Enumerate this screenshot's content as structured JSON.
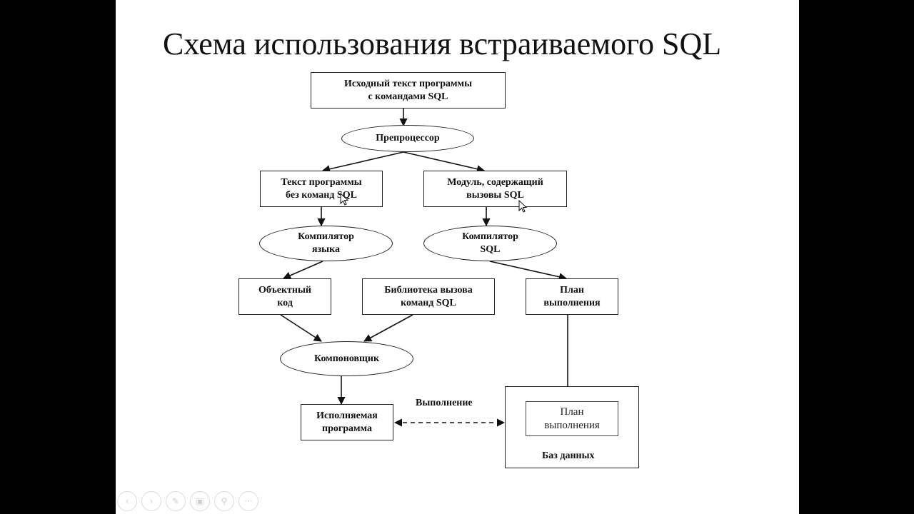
{
  "slide": {
    "title": "Схема использования встраиваемого SQL"
  },
  "diagram": {
    "source": "Исходный текст программы\nс командами SQL",
    "preprocessor": "Препроцессор",
    "text_no_sql": "Текст программы\nбез команд SQL",
    "module": "Модуль, содержащий\nвызовы SQL",
    "lang_compiler": "Компилятор\nязыка",
    "sql_compiler": "Компилятор\nSQL",
    "object_code": "Объектный\nкод",
    "library": "Библиотека вызова\nкоманд SQL",
    "exec_plan": "План\nвыполнения",
    "linker": "Компоновщик",
    "executable": "Исполняемая\nпрограмма",
    "execution_label": "Выполнение",
    "db_plan": "План\nвыполнения",
    "database": "Баз данных"
  },
  "toolbar": {
    "icons": [
      "prev-icon",
      "next-icon",
      "pen-icon",
      "slides-icon",
      "zoom-icon",
      "more-icon"
    ],
    "glyphs": [
      "‹",
      "›",
      "✎",
      "▣",
      "⚲",
      "···"
    ]
  }
}
